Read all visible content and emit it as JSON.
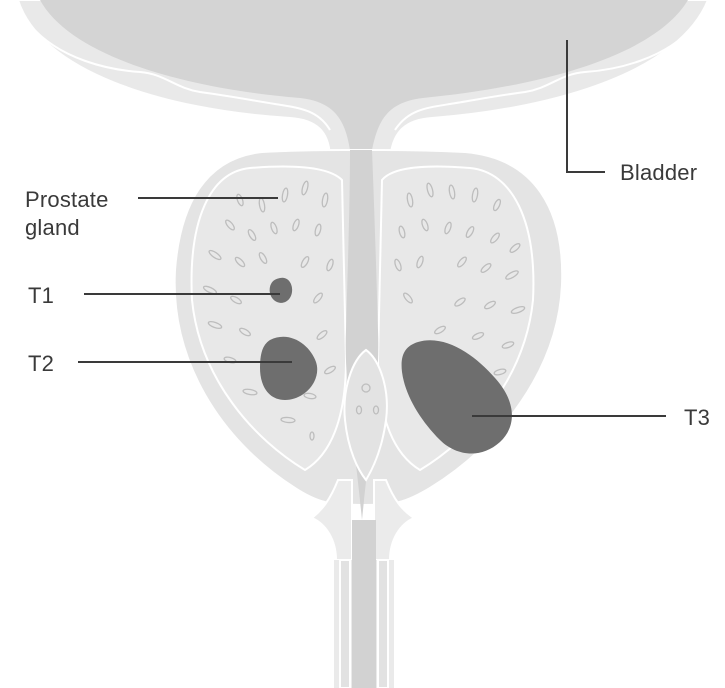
{
  "labels": {
    "bladder": "Bladder",
    "prostate_line1": "Prostate",
    "prostate_line2": "gland",
    "t1": "T1",
    "t2": "T2",
    "t3": "T3"
  },
  "colors": {
    "background": "#ffffff",
    "bladder_lumen": "#d4d4d4",
    "wall": "#e9e9e9",
    "gland": "#e6e6e6",
    "urethra": "#d2d2d2",
    "tumour": "#6e6e6e",
    "leader": "#3a3a3a",
    "speck": "#bdbdbd"
  }
}
